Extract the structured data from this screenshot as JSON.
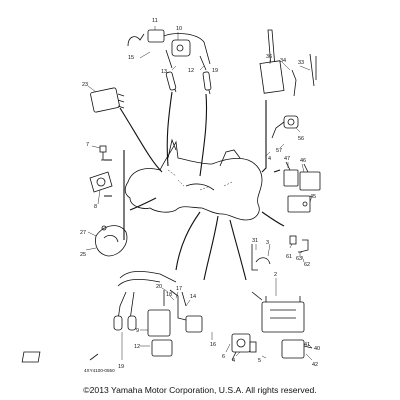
{
  "callouts": {
    "c11": "11",
    "c10": "10",
    "c15": "15",
    "c13": "13",
    "c12": "12",
    "c19": "19",
    "c23": "23",
    "c7": "7",
    "c8": "8",
    "c27": "27",
    "c25": "25",
    "c36": "36",
    "c34": "34",
    "c33": "33",
    "c56": "56",
    "c57": "57",
    "c4a": "4",
    "c47": "47",
    "c46": "46",
    "c45": "45",
    "c61": "61",
    "c63": "63",
    "c62": "62",
    "c31": "31",
    "c3": "3",
    "c2": "2",
    "c20": "20",
    "c17": "17",
    "c14": "14",
    "c18": "18",
    "c9": "9",
    "c12b": "12",
    "c19b": "19",
    "c16": "16",
    "c4b": "4",
    "c6": "6",
    "c5": "5",
    "c41": "41",
    "c40": "40",
    "c42": "42"
  },
  "part_code": "4XY4100-0550",
  "copyright": "©2013 Yamaha Motor Corporation, U.S.A. All rights reserved."
}
